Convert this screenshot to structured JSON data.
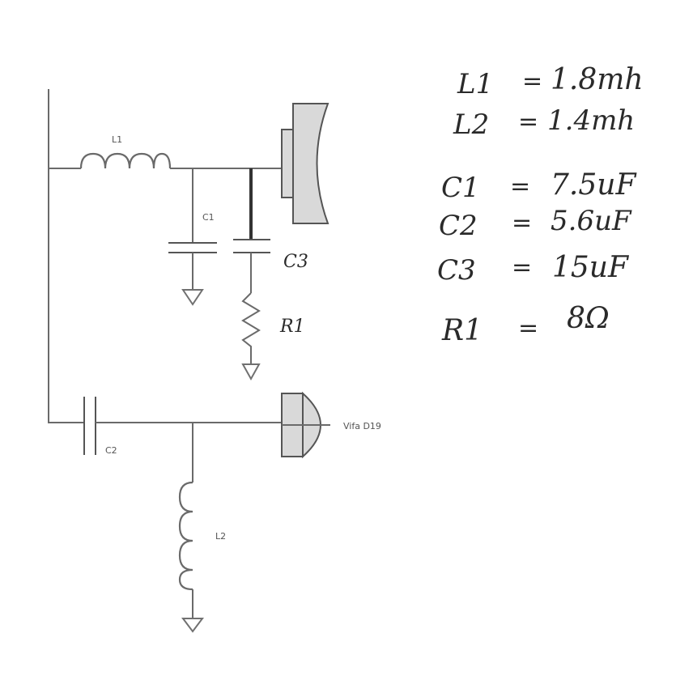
{
  "schematic": {
    "labels": {
      "l1": "L1",
      "l2": "L2",
      "c1": "C1",
      "c2": "C2",
      "c3": "C3",
      "r1": "R1",
      "tweeter": "Vifa D19"
    }
  },
  "notes": [
    {
      "name": "L1",
      "value": "1.8mh"
    },
    {
      "name": "L2",
      "value": "1.4mh"
    },
    {
      "name": "C1",
      "value": "7.5uF"
    },
    {
      "name": "C2",
      "value": "5.6uF"
    },
    {
      "name": "C3",
      "value": "15uF"
    },
    {
      "name": "R1",
      "value": "8Ω"
    }
  ]
}
